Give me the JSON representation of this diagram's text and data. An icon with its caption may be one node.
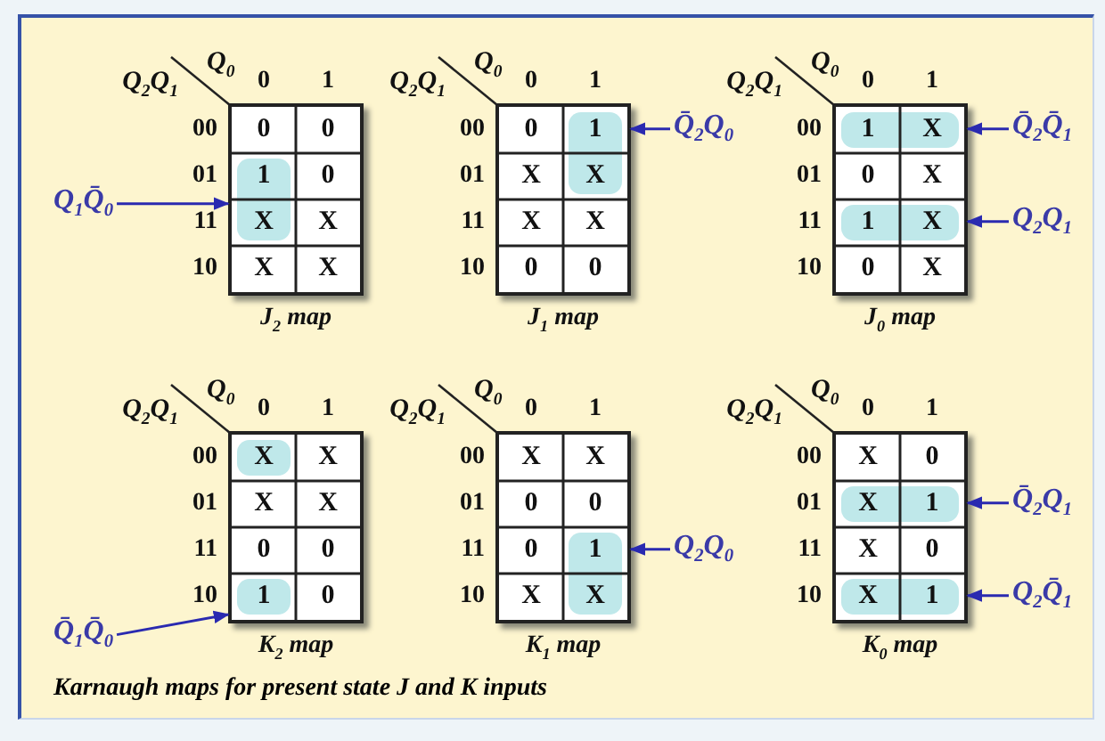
{
  "diagram": {
    "caption": "Karnaugh maps for present state J and K inputs",
    "nodes": [
      {
        "text": [
          "0",
          "0",
          "1",
          "0",
          "X",
          "X",
          "X",
          "X"
        ],
        "beside": [
          "J$_{2}$ map"
        ]
      },
      {
        "text": [
          "Q$_{1}$Q̄$_{0}$"
        ]
      },
      {
        "text": [
          "0",
          "1",
          "X",
          "X",
          "X",
          "X",
          "0",
          "0"
        ],
        "beside": [
          "J$_{1}$ map"
        ]
      },
      {
        "text": [
          "Q̄$_{2}$Q$_{0}$"
        ]
      },
      {
        "text": [
          "1",
          "X",
          "0",
          "X",
          "1",
          "X",
          "0",
          "X"
        ],
        "beside": [
          "J$_{0}$ map"
        ]
      },
      {
        "text": [
          "Q̄$_{2}$Q̄$_{1}$"
        ]
      },
      {
        "text": [
          "Q$_{2}$Q$_{1}$"
        ]
      },
      {
        "text": [
          "X",
          "X",
          "X",
          "X",
          "0",
          "0",
          "1",
          "0"
        ],
        "beside": [
          "K$_{2}$ map"
        ]
      },
      {
        "text": [
          "Q̄$_{1}$Q̄$_{0}$"
        ]
      },
      {
        "text": [
          "X",
          "X",
          "0",
          "0",
          "0",
          "1",
          "X",
          "X"
        ],
        "beside": [
          "K$_{1}$ map"
        ]
      },
      {
        "text": [
          "Q$_{2}$Q$_{0}$"
        ]
      },
      {
        "text": [
          "X",
          "0",
          "X",
          "1",
          "X",
          "0",
          "X",
          "1"
        ],
        "beside": [
          "K$_{0}$ map"
        ]
      },
      {
        "text": [
          "Q̄$_{2}$Q$_{1}$"
        ]
      },
      {
        "text": [
          "Q$_{2}$Q̄$_{1}$"
        ]
      }
    ],
    "edges": [
      {
        "from": 1,
        "to": 0,
        "arrow": "to"
      },
      {
        "from": 3,
        "to": 2,
        "arrow": "to"
      },
      {
        "from": 5,
        "to": 4,
        "arrow": "to"
      },
      {
        "from": 6,
        "to": 4,
        "arrow": "to"
      },
      {
        "from": 8,
        "to": 7,
        "arrow": "to"
      },
      {
        "from": 10,
        "to": 9,
        "arrow": "to"
      },
      {
        "from": 12,
        "to": 11,
        "arrow": "to"
      },
      {
        "from": 13,
        "to": 11,
        "arrow": "to"
      }
    ],
    "labels": [
      "Q$_{2}$Q$_{1}$",
      "Q$_{0}$",
      "0",
      "1",
      "00",
      "01",
      "11",
      "10",
      "Q$_{2}$Q$_{1}$",
      "Q$_{0}$",
      "0",
      "1",
      "00",
      "01",
      "11",
      "10",
      "Q$_{2}$Q$_{1}$",
      "Q$_{0}$",
      "0",
      "1",
      "00",
      "01",
      "11",
      "10",
      "Q$_{2}$Q$_{1}$",
      "Q$_{0}$",
      "0",
      "1",
      "00",
      "01",
      "11",
      "10",
      "Q$_{2}$Q$_{1}$",
      "Q$_{0}$",
      "0",
      "1",
      "00",
      "01",
      "11",
      "10",
      "Q$_{2}$Q$_{1}$",
      "Q$_{0}$",
      "0",
      "1",
      "00",
      "01",
      "11",
      "10"
    ]
  }
}
